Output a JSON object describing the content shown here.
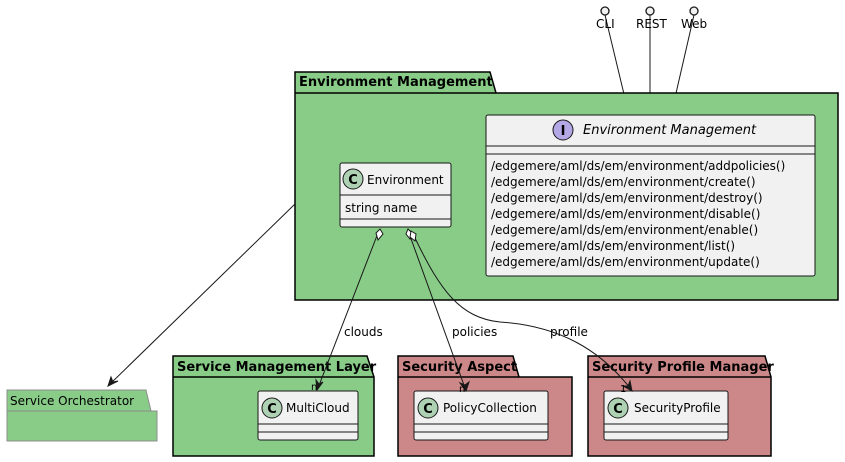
{
  "interfaces": [
    {
      "label": "CLI"
    },
    {
      "label": "REST"
    },
    {
      "label": "Web"
    }
  ],
  "packages": {
    "environment_management": {
      "title": "Environment Management",
      "fill": "#88cc88"
    },
    "service_orchestrator": {
      "title": "Service Orchestrator",
      "fill": "#88cc88"
    },
    "service_management_layer": {
      "title": "Service Management Layer",
      "fill": "#88cc88"
    },
    "security_aspect": {
      "title": "Security Aspect",
      "fill": "#cc8888"
    },
    "security_profile_manager": {
      "title": "Security Profile Manager",
      "fill": "#cc8888"
    }
  },
  "interface_class": {
    "stereotype": "I",
    "name": "Environment Management",
    "methods": [
      "/edgemere/aml/ds/em/environment/addpolicies()",
      "/edgemere/aml/ds/em/environment/create()",
      "/edgemere/aml/ds/em/environment/destroy()",
      "/edgemere/aml/ds/em/environment/disable()",
      "/edgemere/aml/ds/em/environment/enable()",
      "/edgemere/aml/ds/em/environment/list()",
      "/edgemere/aml/ds/em/environment/update()"
    ]
  },
  "classes": {
    "environment": {
      "stereotype": "C",
      "name": "Environment",
      "attributes": [
        "string name"
      ]
    },
    "multicloud": {
      "stereotype": "C",
      "name": "MultiCloud"
    },
    "policycollection": {
      "stereotype": "C",
      "name": "PolicyCollection"
    },
    "securityprofile": {
      "stereotype": "C",
      "name": "SecurityProfile"
    }
  },
  "relations": {
    "clouds": {
      "label": "clouds",
      "multiplicity": "n"
    },
    "policies": {
      "label": "policies",
      "multiplicity": "n"
    },
    "profile": {
      "label": "profile",
      "multiplicity": "1"
    }
  },
  "colors": {
    "class_fill": "#f1f1f1",
    "class_circle": "#add1b2",
    "interface_circle": "#b4a7e5",
    "line": "#181818"
  }
}
